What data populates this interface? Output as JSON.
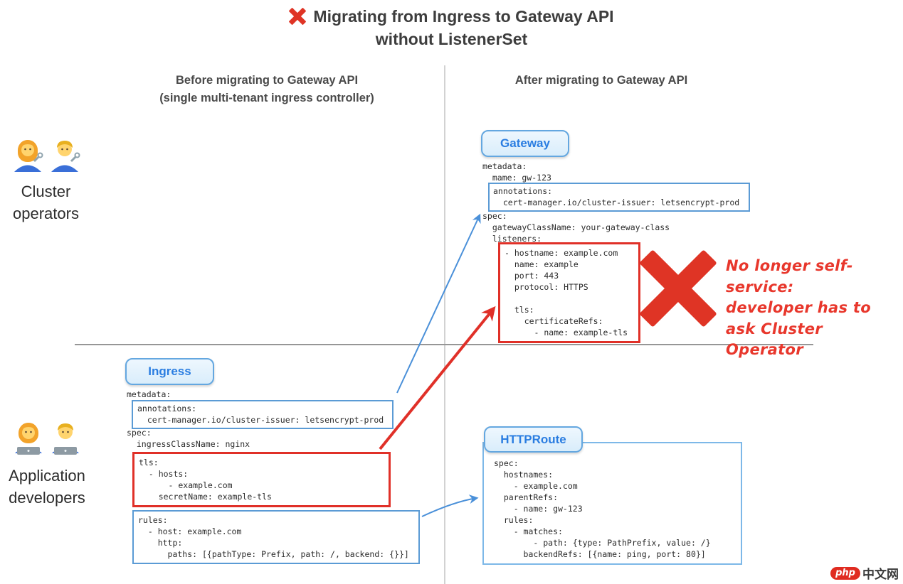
{
  "title": {
    "line1": "Migrating from Ingress to Gateway API",
    "line2": "without ListenerSet"
  },
  "headers": {
    "before_line1": "Before migrating to Gateway API",
    "before_line2": "(single multi-tenant ingress controller)",
    "after": "After migrating to Gateway API"
  },
  "actors": {
    "operators": {
      "line1": "Cluster",
      "line2": "operators",
      "icons": [
        "woman-mechanic-icon",
        "man-mechanic-icon"
      ]
    },
    "developers": {
      "line1": "Application",
      "line2": "developers",
      "icons": [
        "woman-technologist-icon",
        "man-technologist-icon"
      ]
    }
  },
  "gateway": {
    "label": "Gateway",
    "meta": "metadata:\n  mame: gw-123",
    "annotations": "annotations:\n  cert-manager.io/cluster-issuer: letsencrypt-prod",
    "spec": "spec:\n  gatewayClassName: your-gateway-class\n  listeners:",
    "listeners": "- hostname: example.com\n  name: example\n  port: 443\n  protocol: HTTPS\n\n  tls:\n    certificateRefs:\n      - name: example-tls"
  },
  "ingress": {
    "label": "Ingress",
    "meta": "metadata:",
    "annotations": "annotations:\n  cert-manager.io/cluster-issuer: letsencrypt-prod",
    "spec": "spec:\n  ingressClassName: nginx",
    "tls": "tls:\n  - hosts:\n      - example.com\n    secretName: example-tls",
    "rules": "rules:\n  - host: example.com\n    http:\n      paths: [{pathType: Prefix, path: /, backend: {}}]"
  },
  "httproute": {
    "label": "HTTPRoute",
    "spec": "spec:\n  hostnames:\n    - example.com\n  parentRefs:\n    - name: gw-123\n  rules:\n    - matches:\n        - path: {type: PathPrefix, value: /}\n      backendRefs: [{name: ping, port: 80}]"
  },
  "note": {
    "line1": "No longer self-service:",
    "line2": "developer has to",
    "line3": "ask Cluster Operator"
  },
  "watermark": {
    "logo": "php",
    "text": "中文网"
  },
  "colors": {
    "red_accent": "#e03028",
    "blue_box_border": "#5b9bd5",
    "pill_text_blue": "#2a7de1",
    "arrow_blue": "#4a90d9",
    "divider_gray": "#969696"
  }
}
